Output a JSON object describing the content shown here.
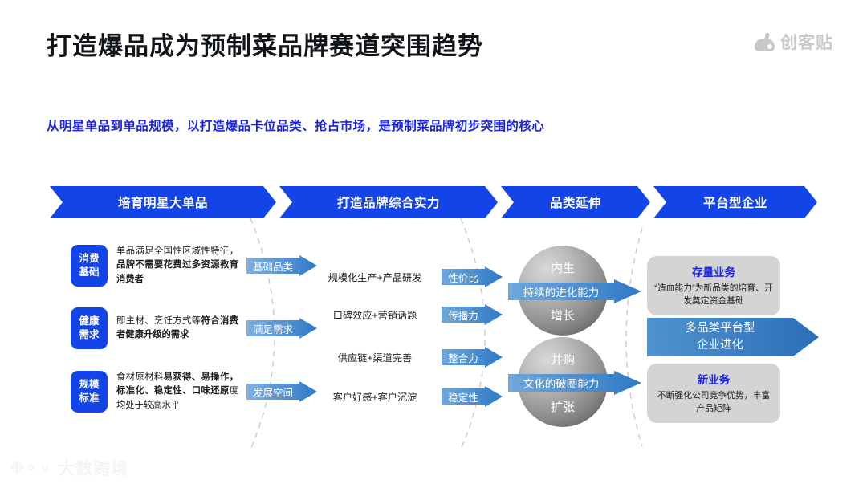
{
  "header": {
    "title": "打造爆品成为预制菜品牌赛道突围趋势",
    "subtitle": "从明星单品到单品规模，以打造爆品卡位品类、抢占市场，是预制菜品牌初步突围的核心",
    "watermark": "创客贴",
    "logo_text": "大数跨境"
  },
  "colors": {
    "title": "#111418",
    "subtitle": "#1a23e0",
    "banner": "#1344e8",
    "badge": "#1344e8",
    "arrow_gradient_start": "#7fb0de",
    "arrow_gradient_end": "#2f79c6",
    "box_bg": "#d4d4d4",
    "box_title": "#1a23e0",
    "sphere": "#8e8e8e"
  },
  "stages": [
    {
      "label": "培育明星大单品"
    },
    {
      "label": "打造品牌综合实力"
    },
    {
      "label": "品类延伸"
    },
    {
      "label": "平台型企业"
    }
  ],
  "foundation_rows": [
    {
      "badge_line1": "消费",
      "badge_line2": "基础",
      "desc_plain_1": "单品满足全国性区域性特征，",
      "desc_bold": "品牌不需要花费过多资源教育消费者",
      "desc_plain_2": "",
      "tag": "基础品类"
    },
    {
      "badge_line1": "健康",
      "badge_line2": "需求",
      "desc_plain_1": "即主材、烹饪方式等",
      "desc_bold": "符合消费者健康升级的需求",
      "desc_plain_2": "",
      "tag": "满足需求"
    },
    {
      "badge_line1": "规模",
      "badge_line2": "标准",
      "desc_plain_1": "食材原材料",
      "desc_bold": "易获得、易操作，标准化、稳定性、口味还原",
      "desc_plain_2": "度均处于较高水平",
      "tag": "发展空间"
    }
  ],
  "capabilities": [
    {
      "text": "规模化生产+产品研发",
      "tag": "性价比"
    },
    {
      "text": "口碑效应+营销话题",
      "tag": "传播力"
    },
    {
      "text": "供应链+渠道完善",
      "tag": "整合力"
    },
    {
      "text": "客户好感+客户沉淀",
      "tag": "稳定性"
    }
  ],
  "spheres": [
    {
      "top": "内生",
      "bottom": "增长",
      "banner": "持续的进化能力"
    },
    {
      "top": "并购",
      "bottom": "扩张",
      "banner": "文化的破圈能力"
    }
  ],
  "outcomes": {
    "existing_business": {
      "title": "存量业务",
      "body": "“造血能力”为新品类的培育、开发奠定资金基础"
    },
    "platform": {
      "line1": "多品类平台型",
      "line2": "企业进化"
    },
    "new_business": {
      "title": "新业务",
      "body": "不断强化公司竞争优势，丰富产品矩阵"
    }
  }
}
